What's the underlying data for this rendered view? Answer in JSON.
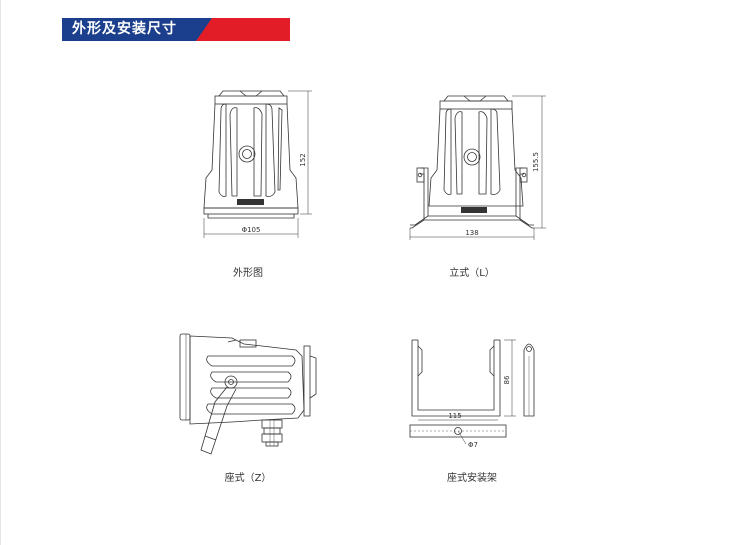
{
  "header": {
    "title": "外形及安装尺寸"
  },
  "captions": {
    "outline": "外形图",
    "vertical": "立式（L）",
    "seat": "座式（Z）",
    "bracket": "座式安装架"
  },
  "dims": {
    "outline_height": "152",
    "outline_diameter": "Φ105",
    "vertical_height": "155.5",
    "vertical_width": "138",
    "bracket_width": "115",
    "bracket_height": "86",
    "bracket_hole": "Φ7"
  },
  "colors": {
    "accent_blue": "#1b3f8c",
    "accent_red": "#e21d28"
  }
}
